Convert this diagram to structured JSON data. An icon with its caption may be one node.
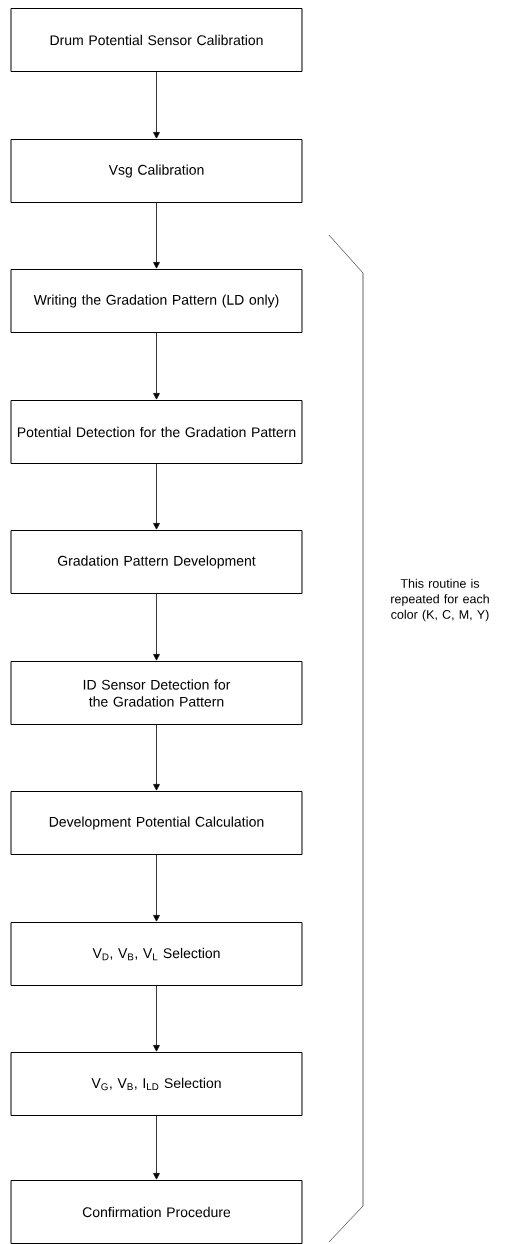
{
  "diagram": {
    "nodes": [
      {
        "text": [
          "Drum Potential Sensor Calibration"
        ]
      },
      {
        "text": [
          "Vsg Calibration"
        ]
      },
      {
        "text": [
          "Writing the Gradation Pattern (LD only)"
        ]
      },
      {
        "text": [
          "Potential Detection for the Gradation Pattern"
        ]
      },
      {
        "text": [
          "Gradation Pattern Development"
        ]
      },
      {
        "text": [
          "ID Sensor Detection for the Gradation Pattern"
        ]
      },
      {
        "text": [
          "Development Potential Calculation"
        ]
      },
      {
        "text": [
          "V$_{D}$, V$_{B}$, V$_{L}$ Selection"
        ]
      },
      {
        "text": [
          "V$_{G}$, V$_{B}$, I$_{LD}$ Selection"
        ]
      },
      {
        "text": [
          "Confirmation Procedure"
        ]
      }
    ],
    "edges": [
      {
        "from": 0,
        "to": 1,
        "arrow": "to"
      },
      {
        "from": 1,
        "to": 2,
        "arrow": "to"
      },
      {
        "from": 2,
        "to": 3,
        "arrow": "to"
      },
      {
        "from": 3,
        "to": 4,
        "arrow": "to"
      },
      {
        "from": 4,
        "to": 5,
        "arrow": "to"
      },
      {
        "from": 5,
        "to": 6,
        "arrow": "to"
      },
      {
        "from": 6,
        "to": 7,
        "arrow": "to"
      },
      {
        "from": 7,
        "to": 8,
        "arrow": "to"
      },
      {
        "from": 8,
        "to": 9,
        "arrow": "to"
      }
    ],
    "labels": [
      "This routine is repeated for each color (K, C, M, Y)"
    ]
  }
}
